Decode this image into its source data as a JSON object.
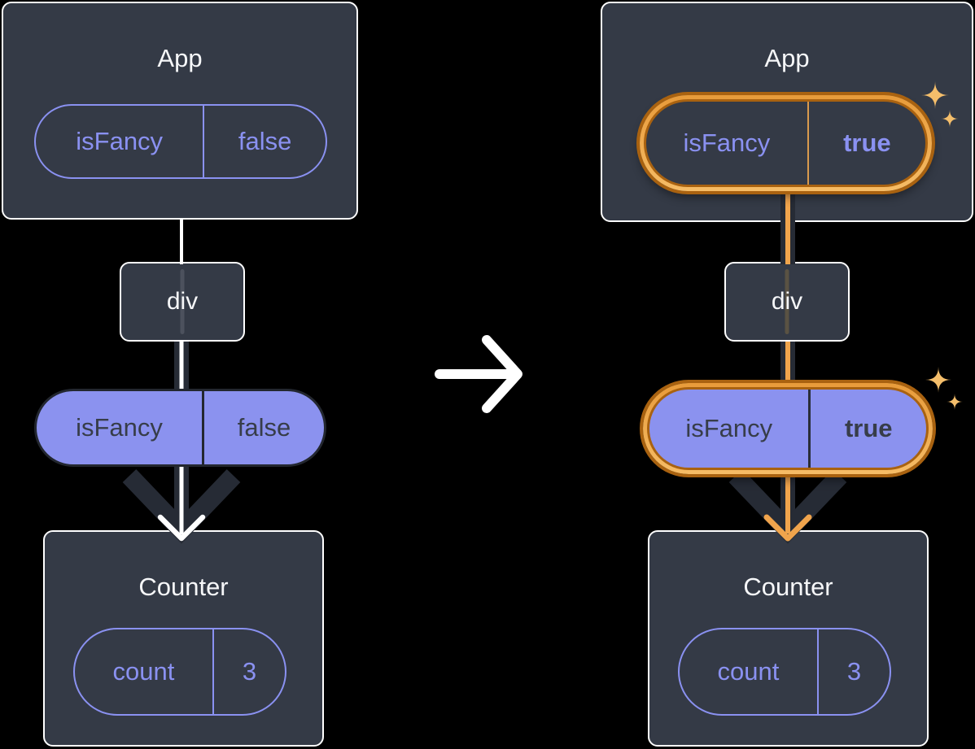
{
  "colors": {
    "background": "#000000",
    "card_background": "#343A46",
    "card_border": "#FFFFFF",
    "purple": "#8A91F1",
    "purple_fill": "#8B92EF",
    "dark_text_on_purple": "#373D49",
    "connector_white": "#FFFFFF",
    "connector_orange": "#F0A44C",
    "connector_casing": "#262B35",
    "arrow_chevron": "#262B35",
    "highlight_ring_light": "#F6BC66",
    "highlight_ring_dark": "#A96210",
    "sparkle": "#F4BE6B"
  },
  "panels": {
    "before": {
      "app": {
        "title": "App",
        "prop": {
          "name": "isFancy",
          "value": "false"
        }
      },
      "container": {
        "label": "div"
      },
      "passed_prop": {
        "name": "isFancy",
        "value": "false"
      },
      "counter": {
        "title": "Counter",
        "state": {
          "name": "count",
          "value": "3"
        }
      }
    },
    "after": {
      "app": {
        "title": "App",
        "prop": {
          "name": "isFancy",
          "value": "true"
        }
      },
      "container": {
        "label": "div"
      },
      "passed_prop": {
        "name": "isFancy",
        "value": "true"
      },
      "counter": {
        "title": "Counter",
        "state": {
          "name": "count",
          "value": "3"
        }
      }
    }
  }
}
